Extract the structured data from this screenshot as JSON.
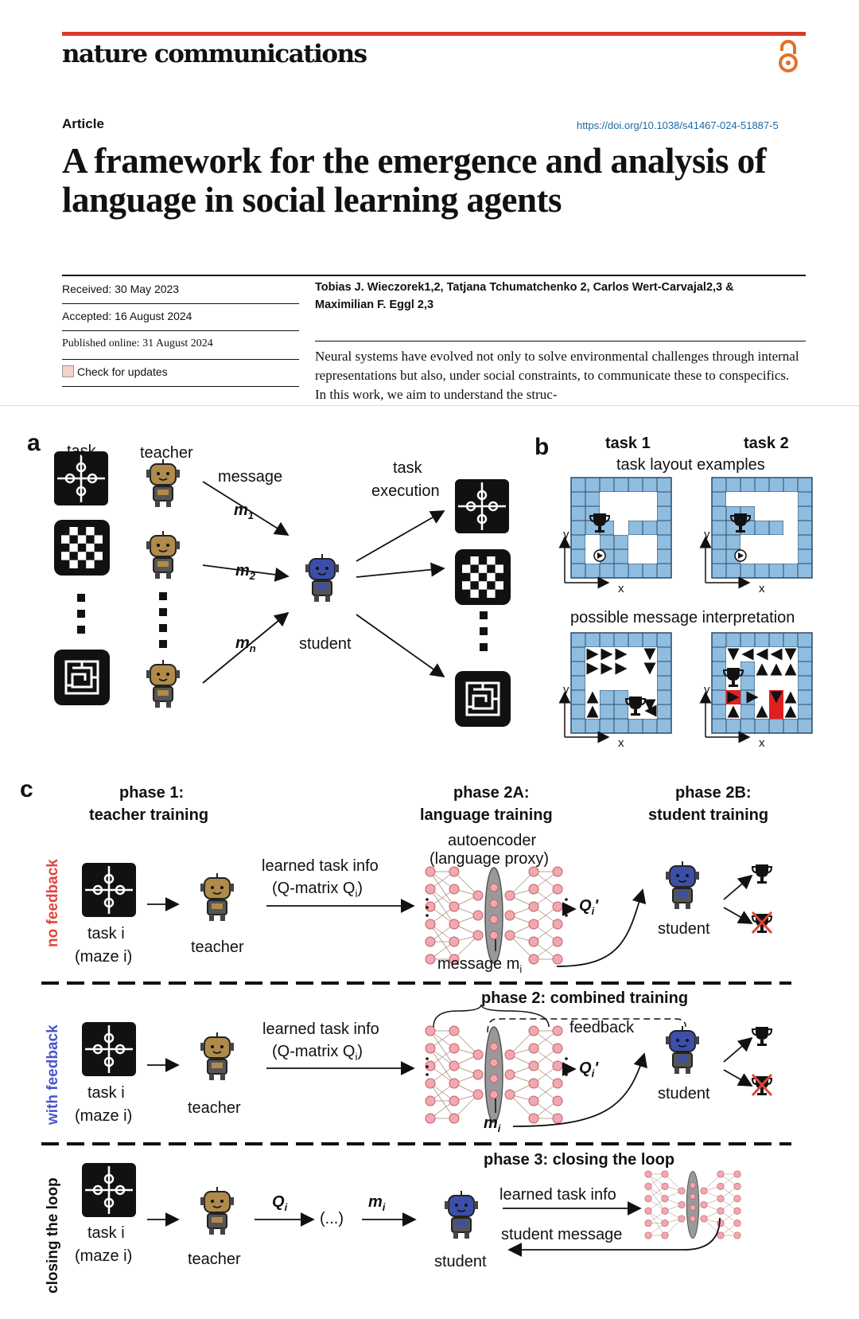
{
  "header": {
    "journal": "nature communications",
    "article_type": "Article",
    "doi": "https://doi.org/10.1038/s41467-024-51887-5",
    "title": "A framework for the emergence and analysis of language in social learning agents",
    "received": "Received: 30 May 2023",
    "accepted": "Accepted: 16 August 2024",
    "published": "Published online: 31 August 2024",
    "check_updates": "Check for updates",
    "authors_line1": "Tobias J. Wieczorek1,2, Tatjana Tchumatchenko 2, Carlos Wert-Carvajal2,3 &",
    "authors_line2": "Maximilian F. Eggl 2,3",
    "abstract": "Neural systems have evolved not only to solve environmental challenges through internal representations but also, under social constraints, to communicate these to conspecifics. In this work, we aim to understand the struc-"
  },
  "colors": {
    "accent_red": "#d63a2a",
    "teacher_brown": "#b08a4a",
    "student_blue": "#3c4fa8",
    "grid_blue": "#8fbde0",
    "node_pink": "#f3a7ae",
    "feedback_red": "#e0453a",
    "feedback_blue": "#4b54c9"
  },
  "panel_a": {
    "letter": "a",
    "task": "task",
    "teacher": "teacher",
    "message": "message",
    "m1": "m",
    "m1_sub": "1",
    "m2": "m",
    "m2_sub": "2",
    "mn": "m",
    "mn_sub": "n",
    "student": "student",
    "task_execution_1": "task",
    "task_execution_2": "execution"
  },
  "panel_b": {
    "letter": "b",
    "task1": "task 1",
    "task2": "task 2",
    "layout_title": "task layout examples",
    "interp_title": "possible message interpretation",
    "y": "y",
    "x": "x"
  },
  "panel_c": {
    "letter": "c",
    "phase1_a": "phase 1:",
    "phase1_b": "teacher training",
    "phase2a_a": "phase 2A:",
    "phase2a_b": "language training",
    "phase2b_a": "phase 2B:",
    "phase2b_b": "student training",
    "autoencoder": "autoencoder",
    "language_proxy": "(language proxy)",
    "learned_task_info": "learned task info",
    "qmatrix": "(Q-matrix Q",
    "qmatrix_sub": "i",
    "qprime": "Q",
    "qprime_sub": "i",
    "task_i": "task i",
    "maze_i": "(maze i)",
    "teacher": "teacher",
    "student": "student",
    "message_mi": "message m",
    "mi_sub": "i",
    "no_feedback": "no feedback",
    "with_feedback": "with feedback",
    "closing_loop": "closing the loop",
    "phase2_combined": "phase 2: combined training",
    "feedback": "feedback",
    "phase3": "phase 3: closing the loop",
    "qi": "Q",
    "ellipsis": "(...)",
    "mi": "m",
    "student_message": "student message"
  }
}
